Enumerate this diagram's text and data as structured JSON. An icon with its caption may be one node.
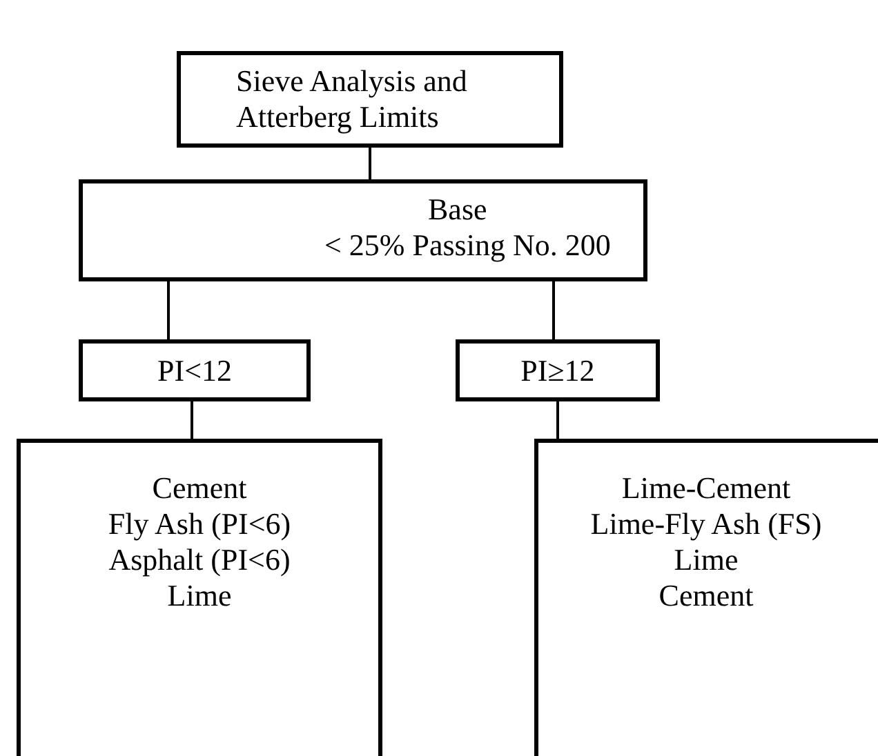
{
  "diagram": {
    "nodes": [
      {
        "text": [
          "Sieve Analysis and Atterberg Limits"
        ]
      },
      {
        "text": [
          "Base",
          "< 25% Passing No. 200"
        ]
      },
      {
        "text": [
          "PI<12"
        ]
      },
      {
        "text": [
          "PI≥12"
        ]
      },
      {
        "text": [
          "Cement",
          "Fly Ash (PI<6)",
          "Asphalt (PI<6)",
          "Lime"
        ]
      },
      {
        "text": [
          "Lime-Cement",
          "Lime-Fly Ash (FS)",
          "Lime",
          "Cement"
        ]
      }
    ],
    "edges": [
      {
        "from": 0,
        "to": 1,
        "arrow": "none"
      },
      {
        "from": 1,
        "to": 2,
        "arrow": "none"
      },
      {
        "from": 1,
        "to": 3,
        "arrow": "none"
      },
      {
        "from": 2,
        "to": 4,
        "arrow": "none"
      },
      {
        "from": 3,
        "to": 5,
        "arrow": "none"
      }
    ]
  }
}
